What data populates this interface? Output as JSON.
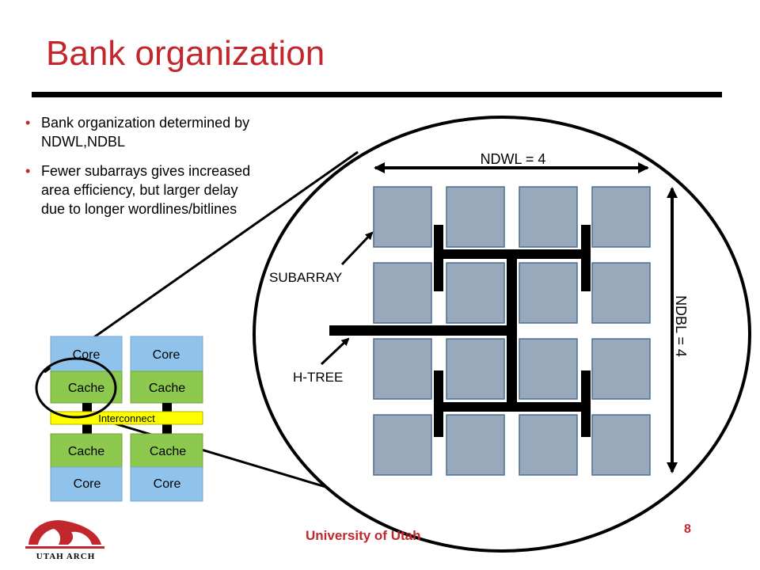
{
  "slide": {
    "title": "Bank organization",
    "bullets": [
      "Bank organization determined by NDWL,NDBL",
      "Fewer subarrays gives increased area efficiency, but larger delay due to longer wordlines/bitlines"
    ],
    "footer": "University of Utah",
    "page_number": "8"
  },
  "chip": {
    "core_label": "Core",
    "cache_label": "Cache",
    "interconnect_label": "Interconnect"
  },
  "bank": {
    "ndwl_label": "NDWL = 4",
    "ndbl_label": "NDBL = 4",
    "subarray_label": "SUBARRAY",
    "htree_label": "H-TREE"
  },
  "logo": {
    "text": "UTAH ARCH"
  },
  "colors": {
    "title": "#c1272d",
    "core_fill": "#8fc3ec",
    "cache_fill": "#8dc84f",
    "interconnect_fill": "#ffff00",
    "subarray_fill": "#98a9bb",
    "subarray_stroke": "#4a6f92"
  }
}
